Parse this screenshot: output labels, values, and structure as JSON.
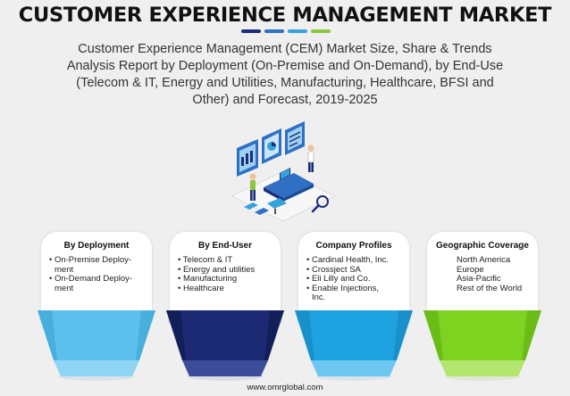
{
  "title": "CUSTOMER EXPERIENCE MANAGEMENT MARKET",
  "subtitle": "Customer Experience Management (CEM) Market Size, Share & Trends Analysis Report by Deployment (On-Premise and On-Demand), by End-Use (Telecom & IT, Energy and Utilities, Manufacturing, Healthcare, BFSI and Other) and Forecast, 2019-2025",
  "accent_colors": [
    "#1b2e7a",
    "#2f6fc4",
    "#35a3da",
    "#8cc63f"
  ],
  "panels": [
    {
      "heading": "By Deployment",
      "items": [
        "• On-Premise Deploy-",
        "  ment",
        "• On-Demand Deploy-",
        "  ment"
      ],
      "color": "#5bc0eb"
    },
    {
      "heading": "By End-User",
      "items": [
        "• Telecom & IT",
        "• Energy and utilities",
        "• Manufacturing",
        "• Healthcare"
      ],
      "color": "#1b2a72"
    },
    {
      "heading": "Company Profiles",
      "items": [
        "• Cardinal Health, Inc.",
        "• Crossject SA",
        "• Eli Lilly and Co.",
        "• Enable Injections,",
        "  Inc."
      ],
      "color": "#1fa3e0"
    },
    {
      "heading": "Geographic Coverage",
      "items": [
        "North America",
        "Europe",
        "Asia-Pacific",
        "Rest of the World"
      ],
      "color": "#7ed321"
    }
  ],
  "footer": "www.omrglobal.com"
}
